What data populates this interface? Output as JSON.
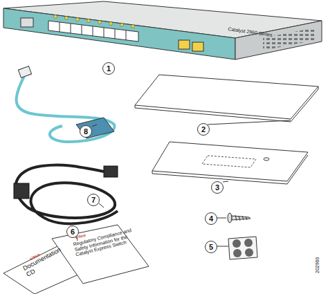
{
  "diagram": {
    "labels": [
      "1",
      "2",
      "3",
      "4",
      "5",
      "6",
      "7",
      "8",
      "Catalyst 2960 Series",
      "cisco",
      "Documentation CD",
      "cisco",
      "Regulatory Compliance and Safety Information for the Catalyst Express Switch",
      "202960"
    ]
  }
}
